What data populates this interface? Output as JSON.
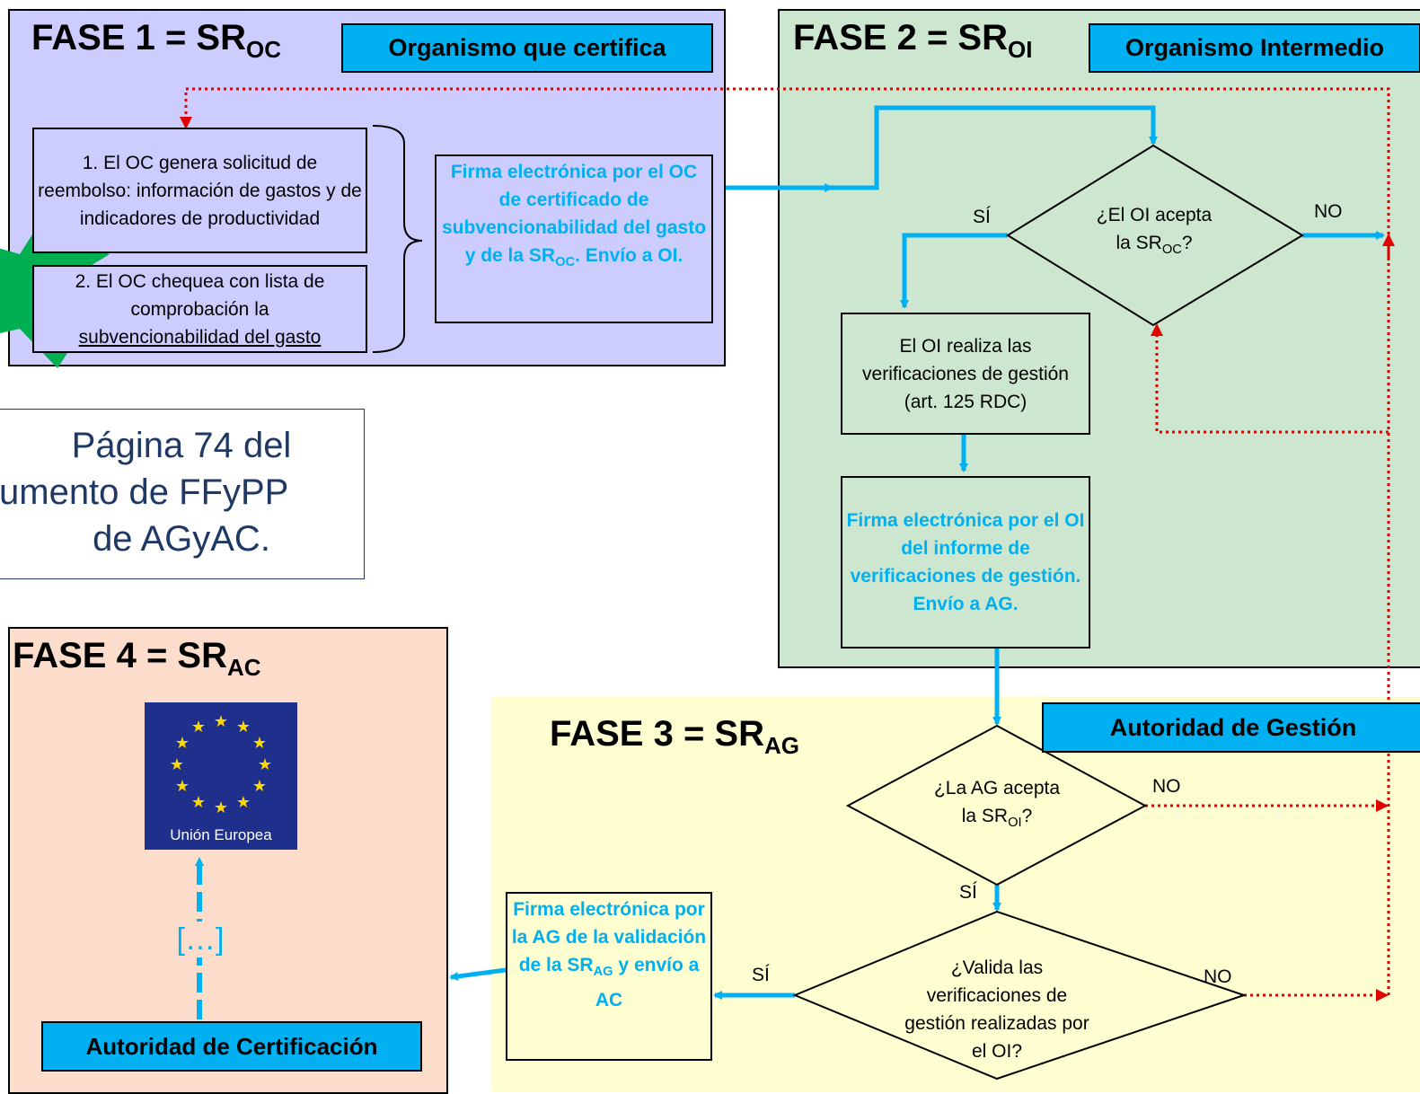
{
  "phase1": {
    "title": "FASE 1 = SR",
    "title_sub": "OC",
    "org": "Organismo que certifica",
    "step1": "1. El OC genera solicitud de reembolso: información de gastos y de indicadores de productividad",
    "step2_a": "2. El OC chequea con lista de comprobación la",
    "step2_b": "subvencionabilidad del gasto",
    "sign_a": "Firma electrónica por el OC de certificado de subvencionabilidad del gasto y de la SR",
    "sign_sub": "OC",
    "sign_b": ". Envío a OI."
  },
  "phase2": {
    "title": "FASE 2 = SR",
    "title_sub": "OI",
    "org": "Organismo Intermedio",
    "q_a": "¿El OI acepta la SR",
    "q_sub": "OC",
    "q_b": "?",
    "yes": "SÍ",
    "no": "NO",
    "verify": "El OI realiza las verificaciones de gestión (art. 125 RDC)",
    "sign": "Firma electrónica por el OI del informe de verificaciones de gestión. Envío a AG."
  },
  "phase3": {
    "title": "FASE 3 = SR",
    "title_sub": "AG",
    "org": "Autoridad de Gestión",
    "q1_a": "¿La AG acepta la SR",
    "q1_sub": "OI",
    "q1_b": "?",
    "q1_no": "NO",
    "q1_yes": "SÍ",
    "q2": "¿Valida las verificaciones de gestión realizadas por el OI?",
    "q2_yes": "SÍ",
    "q2_no": "NO",
    "sign_a": "Firma electrónica por la AG de la validación de la SR",
    "sign_sub": "AG",
    "sign_b": " y envío a AC"
  },
  "phase4": {
    "title": "FASE 4 = SR",
    "title_sub": "AC",
    "eu_label": "Unión Europea",
    "ellipsis": "[…]",
    "org": "Autoridad de Certificación"
  },
  "note": {
    "line1": "Página 74 del",
    "line2": "umento de FFyPP",
    "line3": "de AGyAC."
  },
  "colors": {
    "phase1_bg": "#ccccff",
    "phase2_bg": "#cce6d0",
    "phase3_bg": "#fefed0",
    "phase4_bg": "#fcdcca",
    "accent_blue": "#00b0f0",
    "arrow_red": "#e00000",
    "star_green": "#00b050",
    "eu_blue": "#1e2f8c",
    "note_text": "#1f3864"
  }
}
